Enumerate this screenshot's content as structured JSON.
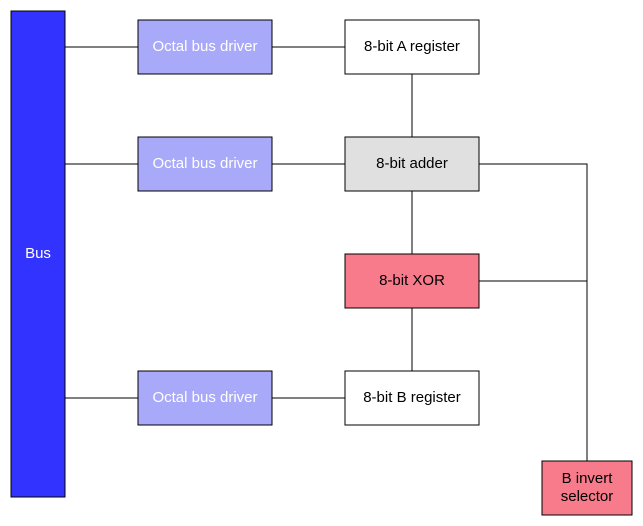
{
  "bus": {
    "label": "Bus",
    "color": "#3333ff"
  },
  "drivers": [
    {
      "label": "Octal bus driver"
    },
    {
      "label": "Octal bus driver"
    },
    {
      "label": "Octal bus driver"
    }
  ],
  "driver_color": "#a9a9f9",
  "register_a": {
    "label": "8-bit A register",
    "color": "#ffffff"
  },
  "adder": {
    "label": "8-bit adder",
    "color": "#e0e0e0"
  },
  "xor": {
    "label": "8-bit XOR",
    "color": "#f77b8b"
  },
  "register_b": {
    "label": "8-bit B register",
    "color": "#ffffff"
  },
  "b_invert": {
    "line1": "B invert",
    "line2": "selector",
    "color": "#f77b8b"
  }
}
